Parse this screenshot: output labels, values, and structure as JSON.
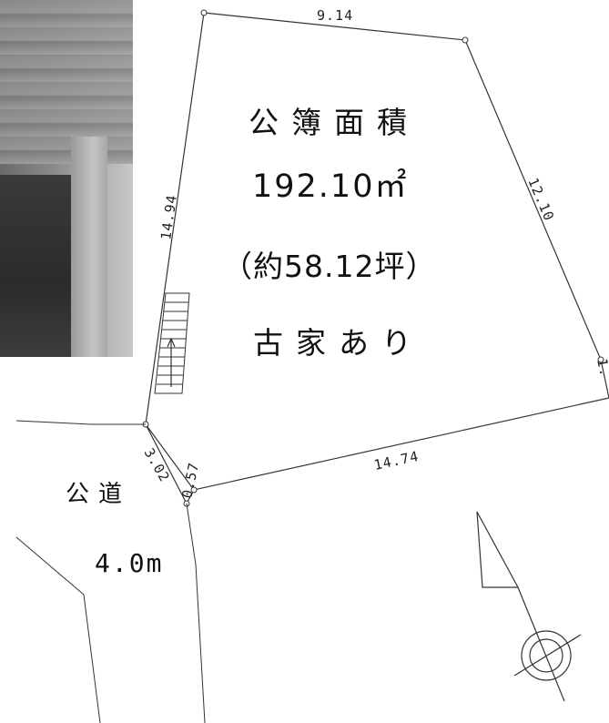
{
  "site_plan": {
    "area_title": "公簿面積",
    "area_value": "192.10㎡",
    "area_tsubo": "（約58.12坪）",
    "note": "古家あり"
  },
  "road": {
    "label": "公道",
    "width": "4.0m"
  },
  "dimensions": {
    "top": "9.14",
    "right_upper": "12.10",
    "right_lower_partial": "1.",
    "left": "14.94",
    "bottom": "14.74",
    "corner_diagonal": "3.02",
    "corner_short": "0.57"
  }
}
